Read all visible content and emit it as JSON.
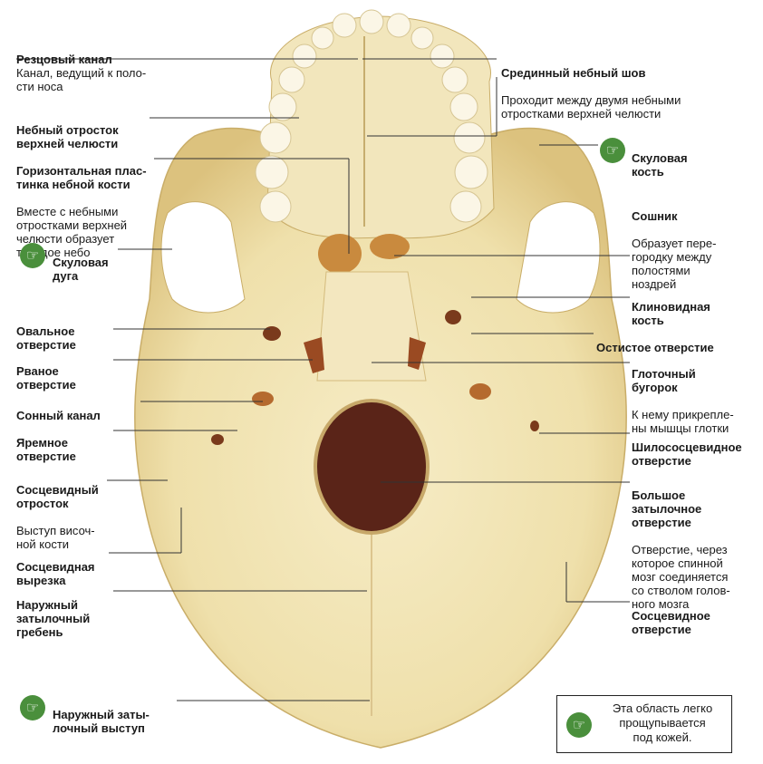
{
  "labels": {
    "incisive": {
      "title": "Резцовый канал",
      "desc": "Канал, ведущий к поло-\nсти носа"
    },
    "palatine_process": {
      "title": "Небный отросток\nверхней челюсти"
    },
    "horizontal_plate": {
      "title": "Горизонтальная плас-\nтинка небной кости",
      "desc": "Вместе с небными\nотростками верхней\nчелюсти образует\nтвердое небо"
    },
    "zygomatic_arch": {
      "title": "Скуловая\nдуга"
    },
    "foramen_ovale": {
      "title": "Овальное\nотверстие"
    },
    "foramen_lacerum": {
      "title": "Рваное\nотверстие"
    },
    "carotid_canal": {
      "title": "Сонный канал"
    },
    "jugular_foramen": {
      "title": "Яремное\nотверстие"
    },
    "mastoid_process": {
      "title": "Сосцевидный\nотросток",
      "desc": "Выступ височ-\nной кости"
    },
    "mastoid_notch": {
      "title": "Сосцевидная\nвырезка"
    },
    "ext_occ_crest": {
      "title": "Наружный\nзатылочный\nгребень"
    },
    "ext_occ_protuberance": {
      "title": "Наружный заты-\nлочный выступ"
    },
    "median_palatine_suture": {
      "title": "Срединный небный шов",
      "desc": "Проходит между двумя небными\nотростками верхней челюсти"
    },
    "zygomatic_bone": {
      "title": "Скуловая\nкость"
    },
    "vomer": {
      "title": "Сошник",
      "desc": "Образует пере-\nгородку между\nполостями\nноздрей"
    },
    "sphenoid": {
      "title": "Клиновидная\nкость"
    },
    "foramen_spinosum": {
      "title": "Остистое отверстие"
    },
    "pharyngeal_tubercle": {
      "title": "Глоточный\nбугорок",
      "desc": "К нему прикрепле-\nны мышцы глотки"
    },
    "stylomastoid": {
      "title": "Шилососцевидное\nотверстие"
    },
    "foramen_magnum": {
      "title": "Большое\nзатылочное\nотверстие",
      "desc": "Отверстие, через\nкоторое спинной\nмозг соединяется\nсо стволом голов-\nного мозга"
    },
    "mastoid_foramen": {
      "title": "Сосцевидное\nотверстие"
    }
  },
  "note": {
    "text": "Эта область легко\nпрощупывается\nпод кожей."
  },
  "icons": {
    "palpable": "hand-pointing-icon"
  },
  "colors": {
    "bone": "#efe2b4",
    "bone_shadow": "#d9c48a",
    "foramen": "#5a2418",
    "accent": "#4a8f3c"
  }
}
